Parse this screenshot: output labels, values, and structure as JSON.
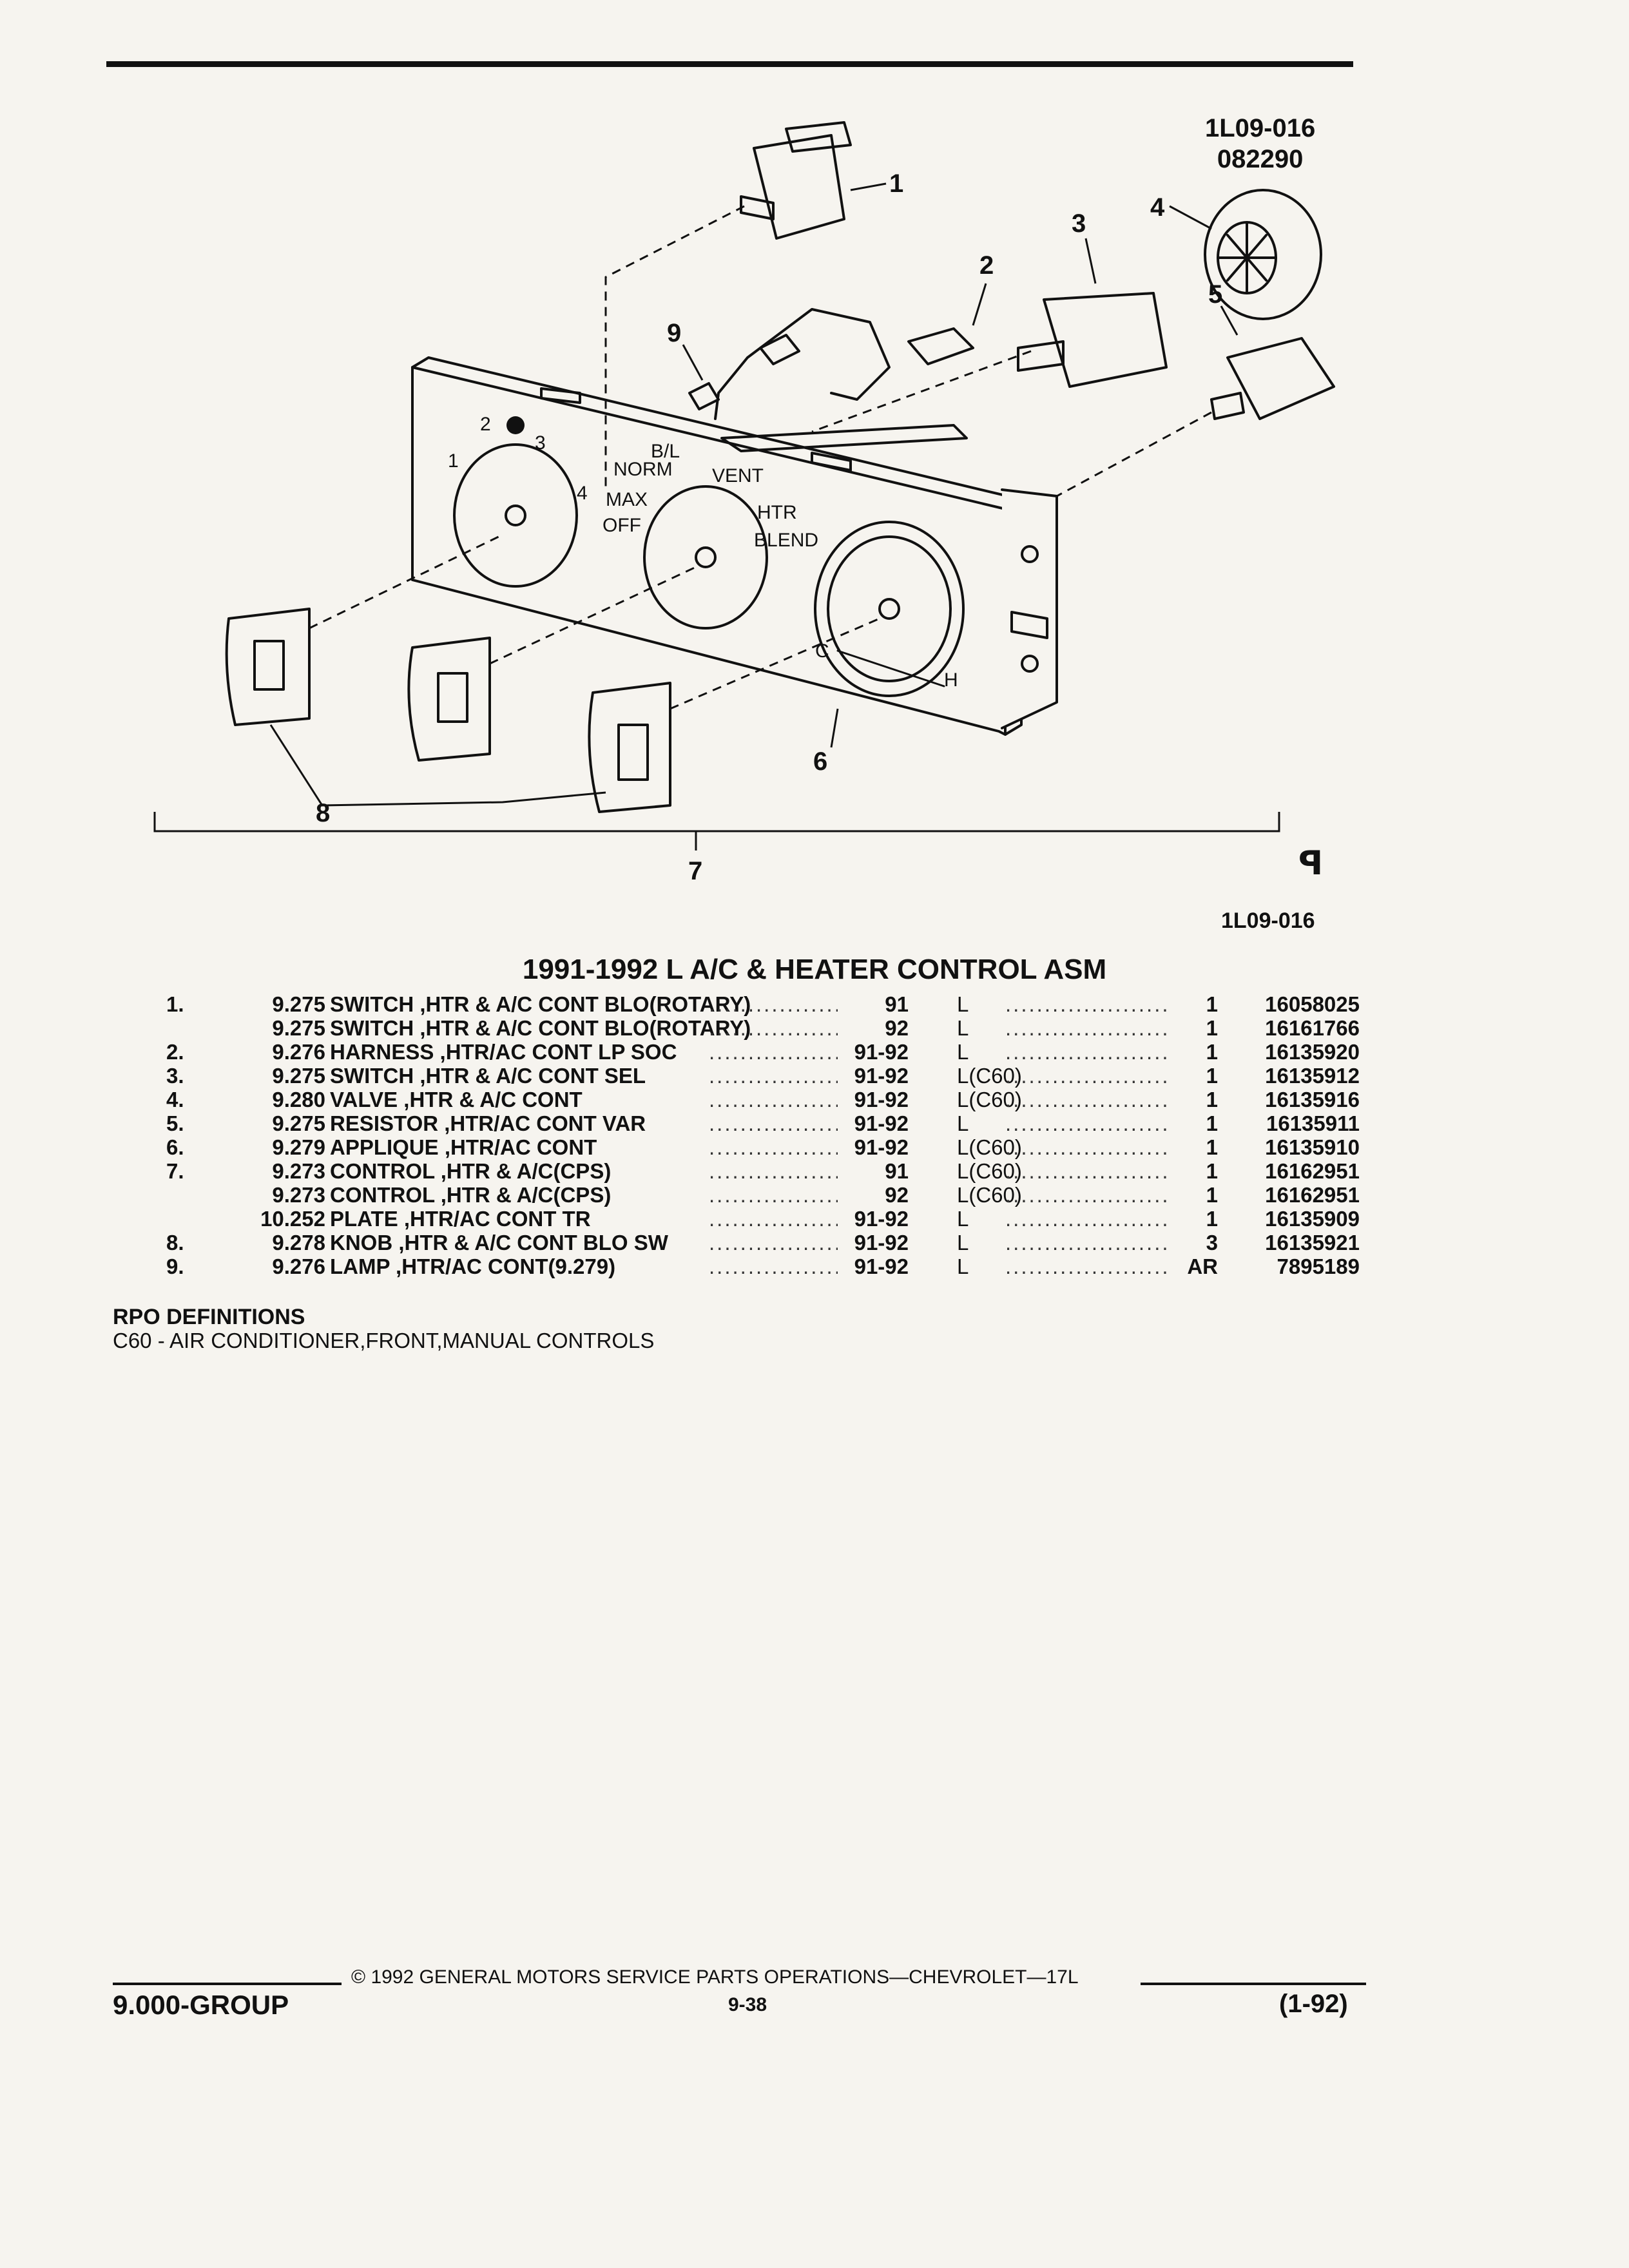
{
  "figure": {
    "id_top": "1L09-016",
    "date_top": "082290",
    "id_bottom": "1L09-016",
    "callouts": [
      "1",
      "2",
      "3",
      "4",
      "5",
      "6",
      "7",
      "8",
      "9"
    ],
    "dial_labels": {
      "fan_left": "1",
      "fan_mid": "2",
      "fan_right": "3",
      "fan_high": "4",
      "norm": "NORM",
      "bl": "B/L",
      "vent": "VENT",
      "max": "MAX",
      "htr": "HTR",
      "off": "OFF",
      "blend": "BLEND",
      "cold": "C",
      "hot": "H"
    }
  },
  "title": "1991-1992 L A/C & HEATER CONTROL ASM",
  "parts": [
    {
      "num": "1.",
      "section": "9.275",
      "description": "SWITCH ,HTR & A/C CONT BLO(ROTARY)",
      "years": "91",
      "usage": "L",
      "qty": "1",
      "part_no": "16058025"
    },
    {
      "num": "",
      "section": "9.275",
      "description": "SWITCH ,HTR & A/C CONT BLO(ROTARY)",
      "years": "92",
      "usage": "L",
      "qty": "1",
      "part_no": "16161766"
    },
    {
      "num": "2.",
      "section": "9.276",
      "description": "HARNESS ,HTR/AC CONT LP SOC",
      "years": "91-92",
      "usage": "L",
      "qty": "1",
      "part_no": "16135920"
    },
    {
      "num": "3.",
      "section": "9.275",
      "description": "SWITCH ,HTR & A/C CONT SEL",
      "years": "91-92",
      "usage": "L(C60)",
      "qty": "1",
      "part_no": "16135912"
    },
    {
      "num": "4.",
      "section": "9.280",
      "description": "VALVE ,HTR & A/C CONT",
      "years": "91-92",
      "usage": "L(C60)",
      "qty": "1",
      "part_no": "16135916"
    },
    {
      "num": "5.",
      "section": "9.275",
      "description": "RESISTOR ,HTR/AC CONT VAR",
      "years": "91-92",
      "usage": "L",
      "qty": "1",
      "part_no": "16135911"
    },
    {
      "num": "6.",
      "section": "9.279",
      "description": "APPLIQUE ,HTR/AC CONT",
      "years": "91-92",
      "usage": "L(C60)",
      "qty": "1",
      "part_no": "16135910"
    },
    {
      "num": "7.",
      "section": "9.273",
      "description": "CONTROL ,HTR & A/C(CPS)",
      "years": "91",
      "usage": "L(C60)",
      "qty": "1",
      "part_no": "16162951"
    },
    {
      "num": "",
      "section": "9.273",
      "description": "CONTROL ,HTR & A/C(CPS)",
      "years": "92",
      "usage": "L(C60)",
      "qty": "1",
      "part_no": "16162951"
    },
    {
      "num": "",
      "section": "10.252",
      "description": "PLATE ,HTR/AC CONT TR",
      "years": "91-92",
      "usage": "L",
      "qty": "1",
      "part_no": "16135909"
    },
    {
      "num": "8.",
      "section": "9.278",
      "description": "KNOB ,HTR & A/C CONT BLO SW",
      "years": "91-92",
      "usage": "L",
      "qty": "3",
      "part_no": "16135921"
    },
    {
      "num": "9.",
      "section": "9.276",
      "description": "LAMP ,HTR/AC CONT(9.279)",
      "years": "91-92",
      "usage": "L",
      "qty": "AR",
      "part_no": "7895189"
    }
  ],
  "rpo": {
    "heading": "RPO DEFINITIONS",
    "definitions": [
      "C60 - AIR CONDITIONER,FRONT,MANUAL CONTROLS"
    ]
  },
  "footer": {
    "copyright": "© 1992 GENERAL MOTORS SERVICE PARTS OPERATIONS—CHEVROLET—17L",
    "group": "9.000-GROUP",
    "page": "9-38",
    "date": "(1-92)"
  }
}
